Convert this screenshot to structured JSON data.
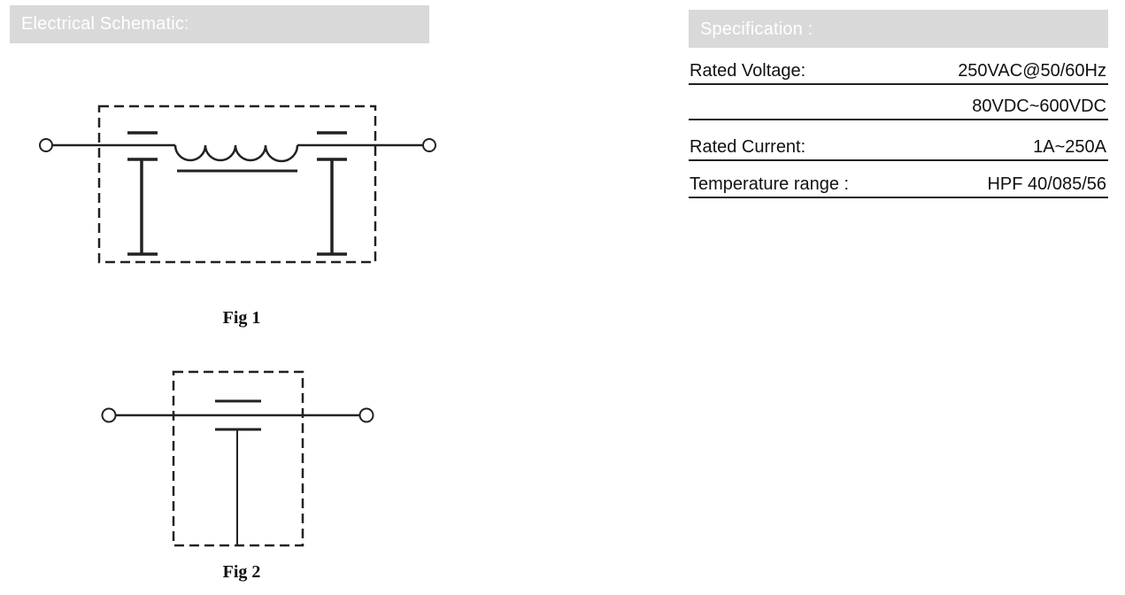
{
  "electrical": {
    "header": "Electrical Schematic:",
    "fig1_caption": "Fig 1",
    "fig2_caption": "Fig 2"
  },
  "specification": {
    "header": "Specification :",
    "rows": [
      {
        "label": "Rated Voltage:",
        "value": "250VAC@50/60Hz"
      },
      {
        "label": "",
        "value": "80VDC~600VDC"
      },
      {
        "label": "Rated Current:",
        "value": "1A~250A"
      },
      {
        "label": "Temperature range :",
        "value": "HPF 40/085/56"
      }
    ]
  }
}
